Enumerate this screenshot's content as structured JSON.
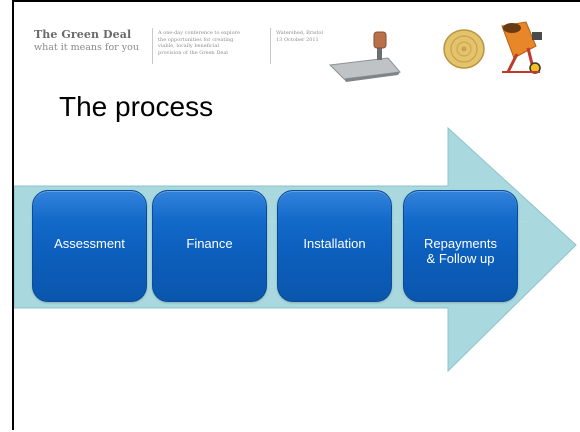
{
  "header": {
    "brand_title": "The Green Deal",
    "brand_subtitle": "what it means for you",
    "blurb_lines": [
      "A one-day conference to explore",
      "the opportunities for creating",
      "viable, locally beneficial",
      "provision of the Green Deal"
    ],
    "event_lines": [
      "Watershed, Bristol",
      "13 October 2011"
    ],
    "icons": [
      "trowel-icon",
      "hay-bale-icon",
      "cement-mixer-icon"
    ]
  },
  "slide": {
    "title": "The process"
  },
  "process": {
    "steps": [
      {
        "label": "Assessment"
      },
      {
        "label": "Finance"
      },
      {
        "label": "Installation"
      },
      {
        "label_line1": "Repayments",
        "label_line2": "& Follow up"
      }
    ],
    "colors": {
      "arrow": "#a9d9df",
      "step": "#0f64c6"
    }
  }
}
